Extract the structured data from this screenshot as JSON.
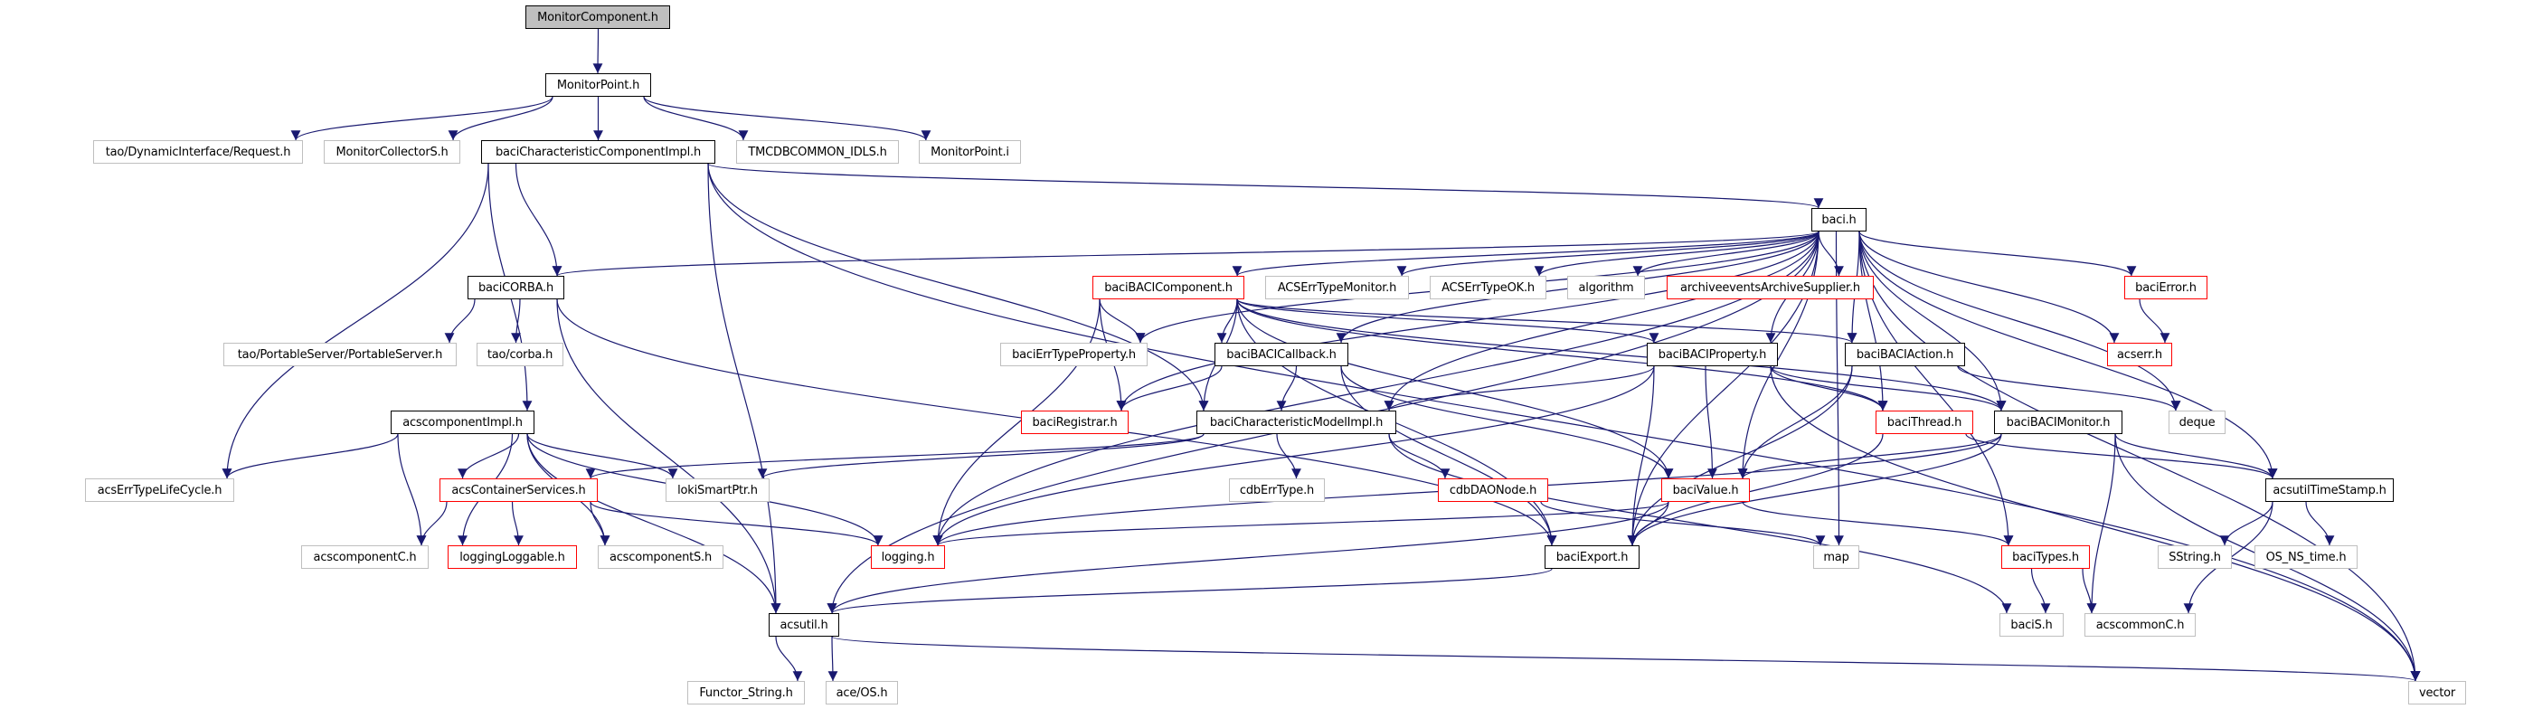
{
  "title": "MonitorComponent.h include dependency graph",
  "colors": {
    "edge": "#191970",
    "root_fill": "#bfbfbf",
    "documented_border": "#000000",
    "undocumented_border": "#bfbfbf",
    "missing_border": "#ff0000"
  },
  "nodes": [
    {
      "id": "MonitorComponent",
      "label": "MonitorComponent.h",
      "kind": "root"
    },
    {
      "id": "MonitorPoint",
      "label": "MonitorPoint.h",
      "kind": "documented"
    },
    {
      "id": "Request",
      "label": "tao/DynamicInterface/Request.h",
      "kind": "undocumented"
    },
    {
      "id": "MonitorCollectorS",
      "label": "MonitorCollectorS.h",
      "kind": "undocumented"
    },
    {
      "id": "bCCI",
      "label": "baciCharacteristicComponentImpl.h",
      "kind": "documented"
    },
    {
      "id": "TMCDB",
      "label": "TMCDBCOMMON_IDLS.h",
      "kind": "undocumented"
    },
    {
      "id": "MonitorPointI",
      "label": "MonitorPoint.i",
      "kind": "undocumented"
    },
    {
      "id": "baci",
      "label": "baci.h",
      "kind": "documented"
    },
    {
      "id": "baciCORBA",
      "label": "baciCORBA.h",
      "kind": "documented"
    },
    {
      "id": "baciBACIComponent",
      "label": "baciBACIComponent.h",
      "kind": "missing"
    },
    {
      "id": "ACSErrTypeMonitor",
      "label": "ACSErrTypeMonitor.h",
      "kind": "undocumented"
    },
    {
      "id": "ACSErrTypeOK",
      "label": "ACSErrTypeOK.h",
      "kind": "undocumented"
    },
    {
      "id": "algorithm",
      "label": "algorithm",
      "kind": "undocumented"
    },
    {
      "id": "archive",
      "label": "archiveeventsArchiveSupplier.h",
      "kind": "missing"
    },
    {
      "id": "baciError",
      "label": "baciError.h",
      "kind": "missing"
    },
    {
      "id": "acserr",
      "label": "acserr.h",
      "kind": "missing"
    },
    {
      "id": "PortableServer",
      "label": "tao/PortableServer/PortableServer.h",
      "kind": "undocumented"
    },
    {
      "id": "taocorba",
      "label": "tao/corba.h",
      "kind": "undocumented"
    },
    {
      "id": "baciErrTypeProperty",
      "label": "baciErrTypeProperty.h",
      "kind": "undocumented"
    },
    {
      "id": "baciBACICallback",
      "label": "baciBACICallback.h",
      "kind": "documented"
    },
    {
      "id": "baciBACIProperty",
      "label": "baciBACIProperty.h",
      "kind": "documented"
    },
    {
      "id": "baciBACIAction",
      "label": "baciBACIAction.h",
      "kind": "documented"
    },
    {
      "id": "baciRegistrar",
      "label": "baciRegistrar.h",
      "kind": "missing"
    },
    {
      "id": "bCMI",
      "label": "baciCharacteristicModelImpl.h",
      "kind": "documented"
    },
    {
      "id": "baciThread",
      "label": "baciThread.h",
      "kind": "missing"
    },
    {
      "id": "baciBACIMonitor",
      "label": "baciBACIMonitor.h",
      "kind": "documented"
    },
    {
      "id": "deque",
      "label": "deque",
      "kind": "undocumented"
    },
    {
      "id": "acscomponentImpl",
      "label": "acscomponentImpl.h",
      "kind": "documented"
    },
    {
      "id": "acsErrTypeLifeCycle",
      "label": "acsErrTypeLifeCycle.h",
      "kind": "undocumented"
    },
    {
      "id": "acsContainerServices",
      "label": "acsContainerServices.h",
      "kind": "missing"
    },
    {
      "id": "lokiSmartPtr",
      "label": "lokiSmartPtr.h",
      "kind": "undocumented"
    },
    {
      "id": "cdbErrType",
      "label": "cdbErrType.h",
      "kind": "undocumented"
    },
    {
      "id": "cdbDAONode",
      "label": "cdbDAONode.h",
      "kind": "missing"
    },
    {
      "id": "baciValue",
      "label": "baciValue.h",
      "kind": "missing"
    },
    {
      "id": "acsutilTimeStamp",
      "label": "acsutilTimeStamp.h",
      "kind": "documented"
    },
    {
      "id": "acscomponentC",
      "label": "acscomponentC.h",
      "kind": "undocumented"
    },
    {
      "id": "loggingLoggable",
      "label": "loggingLoggable.h",
      "kind": "missing"
    },
    {
      "id": "acscomponentS",
      "label": "acscomponentS.h",
      "kind": "undocumented"
    },
    {
      "id": "logging",
      "label": "logging.h",
      "kind": "missing"
    },
    {
      "id": "baciExport",
      "label": "baciExport.h",
      "kind": "documented"
    },
    {
      "id": "map",
      "label": "map",
      "kind": "undocumented"
    },
    {
      "id": "baciTypes",
      "label": "baciTypes.h",
      "kind": "missing"
    },
    {
      "id": "SString",
      "label": "SString.h",
      "kind": "undocumented"
    },
    {
      "id": "OSNStime",
      "label": "OS_NS_time.h",
      "kind": "undocumented"
    },
    {
      "id": "acsutil",
      "label": "acsutil.h",
      "kind": "documented"
    },
    {
      "id": "baciS",
      "label": "baciS.h",
      "kind": "undocumented"
    },
    {
      "id": "acscommonC",
      "label": "acscommonC.h",
      "kind": "undocumented"
    },
    {
      "id": "FunctorString",
      "label": "Functor_String.h",
      "kind": "undocumented"
    },
    {
      "id": "aceOS",
      "label": "ace/OS.h",
      "kind": "undocumented"
    },
    {
      "id": "vector",
      "label": "vector",
      "kind": "undocumented"
    }
  ],
  "edges": [
    [
      "MonitorComponent",
      "MonitorPoint"
    ],
    [
      "MonitorPoint",
      "Request"
    ],
    [
      "MonitorPoint",
      "MonitorCollectorS"
    ],
    [
      "MonitorPoint",
      "bCCI"
    ],
    [
      "MonitorPoint",
      "TMCDB"
    ],
    [
      "MonitorPoint",
      "MonitorPointI"
    ],
    [
      "bCCI",
      "baci"
    ],
    [
      "bCCI",
      "vector"
    ],
    [
      "bCCI",
      "baciCORBA"
    ],
    [
      "bCCI",
      "acscomponentImpl"
    ],
    [
      "bCCI",
      "acsErrTypeLifeCycle"
    ],
    [
      "bCCI",
      "bCMI"
    ],
    [
      "bCCI",
      "acsutil"
    ],
    [
      "baci",
      "baciCORBA"
    ],
    [
      "baci",
      "baciBACIComponent"
    ],
    [
      "baci",
      "ACSErrTypeMonitor"
    ],
    [
      "baci",
      "ACSErrTypeOK"
    ],
    [
      "baci",
      "algorithm"
    ],
    [
      "baci",
      "archive"
    ],
    [
      "baci",
      "baciError"
    ],
    [
      "baci",
      "acserr"
    ],
    [
      "baci",
      "baciErrTypeProperty"
    ],
    [
      "baci",
      "baciBACICallback"
    ],
    [
      "baci",
      "baciBACIProperty"
    ],
    [
      "baci",
      "baciBACIAction"
    ],
    [
      "baci",
      "baciRegistrar"
    ],
    [
      "baci",
      "baciThread"
    ],
    [
      "baci",
      "baciBACIMonitor"
    ],
    [
      "baci",
      "deque"
    ],
    [
      "baci",
      "baciValue"
    ],
    [
      "baci",
      "acsutilTimeStamp"
    ],
    [
      "baci",
      "logging"
    ],
    [
      "baci",
      "baciExport"
    ],
    [
      "baci",
      "map"
    ],
    [
      "baci",
      "baciTypes"
    ],
    [
      "baci",
      "acsutil"
    ],
    [
      "baci",
      "vector"
    ],
    [
      "baci",
      "bCMI"
    ],
    [
      "baciCORBA",
      "PortableServer"
    ],
    [
      "baciCORBA",
      "taocorba"
    ],
    [
      "baciCORBA",
      "acsutil"
    ],
    [
      "baciCORBA",
      "baciExport"
    ],
    [
      "baciBACIComponent",
      "baciErrTypeProperty"
    ],
    [
      "baciBACIComponent",
      "baciBACICallback"
    ],
    [
      "baciBACIComponent",
      "baciRegistrar"
    ],
    [
      "baciBACIComponent",
      "bCMI"
    ],
    [
      "baciBACIComponent",
      "baciBACIProperty"
    ],
    [
      "baciBACIComponent",
      "baciBACIAction"
    ],
    [
      "baciBACIComponent",
      "baciBACIMonitor"
    ],
    [
      "baciBACIComponent",
      "baciValue"
    ],
    [
      "baciBACIComponent",
      "baciExport"
    ],
    [
      "baciBACIComponent",
      "logging"
    ],
    [
      "baciBACIComponent",
      "baciThread"
    ],
    [
      "baciError",
      "acserr"
    ],
    [
      "baciBACICallback",
      "baciRegistrar"
    ],
    [
      "baciBACICallback",
      "bCMI"
    ],
    [
      "baciBACICallback",
      "baciValue"
    ],
    [
      "baciBACICallback",
      "baciExport"
    ],
    [
      "baciBACIProperty",
      "bCMI"
    ],
    [
      "baciBACIProperty",
      "baciValue"
    ],
    [
      "baciBACIProperty",
      "baciThread"
    ],
    [
      "baciBACIProperty",
      "baciBACIMonitor"
    ],
    [
      "baciBACIProperty",
      "baciExport"
    ],
    [
      "baciBACIProperty",
      "logging"
    ],
    [
      "baciBACIProperty",
      "vector"
    ],
    [
      "baciBACIAction",
      "baciValue"
    ],
    [
      "baciBACIAction",
      "deque"
    ],
    [
      "baciBACIAction",
      "baciExport"
    ],
    [
      "bCMI",
      "acsContainerServices"
    ],
    [
      "bCMI",
      "lokiSmartPtr"
    ],
    [
      "bCMI",
      "cdbErrType"
    ],
    [
      "bCMI",
      "cdbDAONode"
    ],
    [
      "bCMI",
      "baciS"
    ],
    [
      "baciThread",
      "acsutilTimeStamp"
    ],
    [
      "baciThread",
      "baciExport"
    ],
    [
      "baciBACIMonitor",
      "baciValue"
    ],
    [
      "baciBACIMonitor",
      "acsutilTimeStamp"
    ],
    [
      "baciBACIMonitor",
      "baciExport"
    ],
    [
      "baciBACIMonitor",
      "logging"
    ],
    [
      "baciBACIMonitor",
      "acscommonC"
    ],
    [
      "baciBACIMonitor",
      "vector"
    ],
    [
      "acscomponentImpl",
      "acsErrTypeLifeCycle"
    ],
    [
      "acscomponentImpl",
      "acsContainerServices"
    ],
    [
      "acscomponentImpl",
      "lokiSmartPtr"
    ],
    [
      "acscomponentImpl",
      "acscomponentC"
    ],
    [
      "acscomponentImpl",
      "loggingLoggable"
    ],
    [
      "acscomponentImpl",
      "acscomponentS"
    ],
    [
      "acscomponentImpl",
      "logging"
    ],
    [
      "acscomponentImpl",
      "acsutil"
    ],
    [
      "acsContainerServices",
      "acscomponentC"
    ],
    [
      "acsContainerServices",
      "loggingLoggable"
    ],
    [
      "acsContainerServices",
      "acscomponentS"
    ],
    [
      "acsContainerServices",
      "logging"
    ],
    [
      "cdbDAONode",
      "map"
    ],
    [
      "baciValue",
      "baciExport"
    ],
    [
      "baciValue",
      "baciTypes"
    ],
    [
      "baciValue",
      "acsutil"
    ],
    [
      "baciValue",
      "logging"
    ],
    [
      "baciExport",
      "acsutil"
    ],
    [
      "acsutilTimeStamp",
      "SString"
    ],
    [
      "acsutilTimeStamp",
      "OSNStime"
    ],
    [
      "acsutilTimeStamp",
      "acscommonC"
    ],
    [
      "baciTypes",
      "baciS"
    ],
    [
      "baciTypes",
      "acscommonC"
    ],
    [
      "acsutil",
      "FunctorString"
    ],
    [
      "acsutil",
      "aceOS"
    ],
    [
      "acsutil",
      "vector"
    ]
  ]
}
